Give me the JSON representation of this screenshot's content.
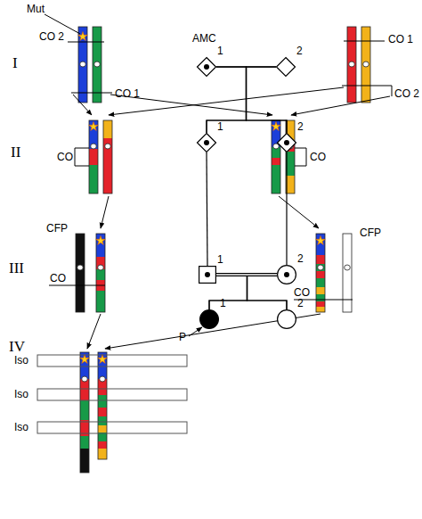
{
  "diagram": {
    "nodes": [
      {
        "text": [
          "1"
        ]
      },
      {
        "text": [
          "2"
        ]
      },
      {
        "text": [
          "1"
        ]
      },
      {
        "text": [
          "2"
        ]
      },
      {
        "text": [
          "1"
        ]
      },
      {
        "text": [
          "2"
        ]
      },
      {
        "text": [
          "1"
        ]
      },
      {
        "text": [
          "2"
        ]
      }
    ],
    "edges": [
      {
        "from": 0,
        "to": 1,
        "arrow": "none"
      },
      {
        "from": 0,
        "to": 2,
        "arrow": "none"
      },
      {
        "from": 0,
        "to": 3,
        "arrow": "none"
      },
      {
        "from": 1,
        "to": 2,
        "arrow": "none"
      },
      {
        "from": 1,
        "to": 3,
        "arrow": "none"
      },
      {
        "from": 2,
        "to": 4,
        "arrow": "none"
      },
      {
        "from": 3,
        "to": 5,
        "arrow": "none"
      },
      {
        "from": 4,
        "to": 5,
        "arrow": "none"
      },
      {
        "from": 4,
        "to": 6,
        "arrow": "none"
      },
      {
        "from": 4,
        "to": 7,
        "arrow": "none"
      },
      {
        "from": 5,
        "to": 6,
        "arrow": "none"
      },
      {
        "from": 5,
        "to": 7,
        "arrow": "none"
      }
    ],
    "labels": [
      "Mut",
      "AMC",
      "I",
      "CO 2",
      "CO 1",
      "CO 1",
      "CO 2",
      "II",
      "CO",
      "CO",
      "III",
      "CFP",
      "CFP",
      "CO",
      "CO",
      "IV",
      "Iso",
      "Iso",
      "Iso",
      "P"
    ]
  }
}
